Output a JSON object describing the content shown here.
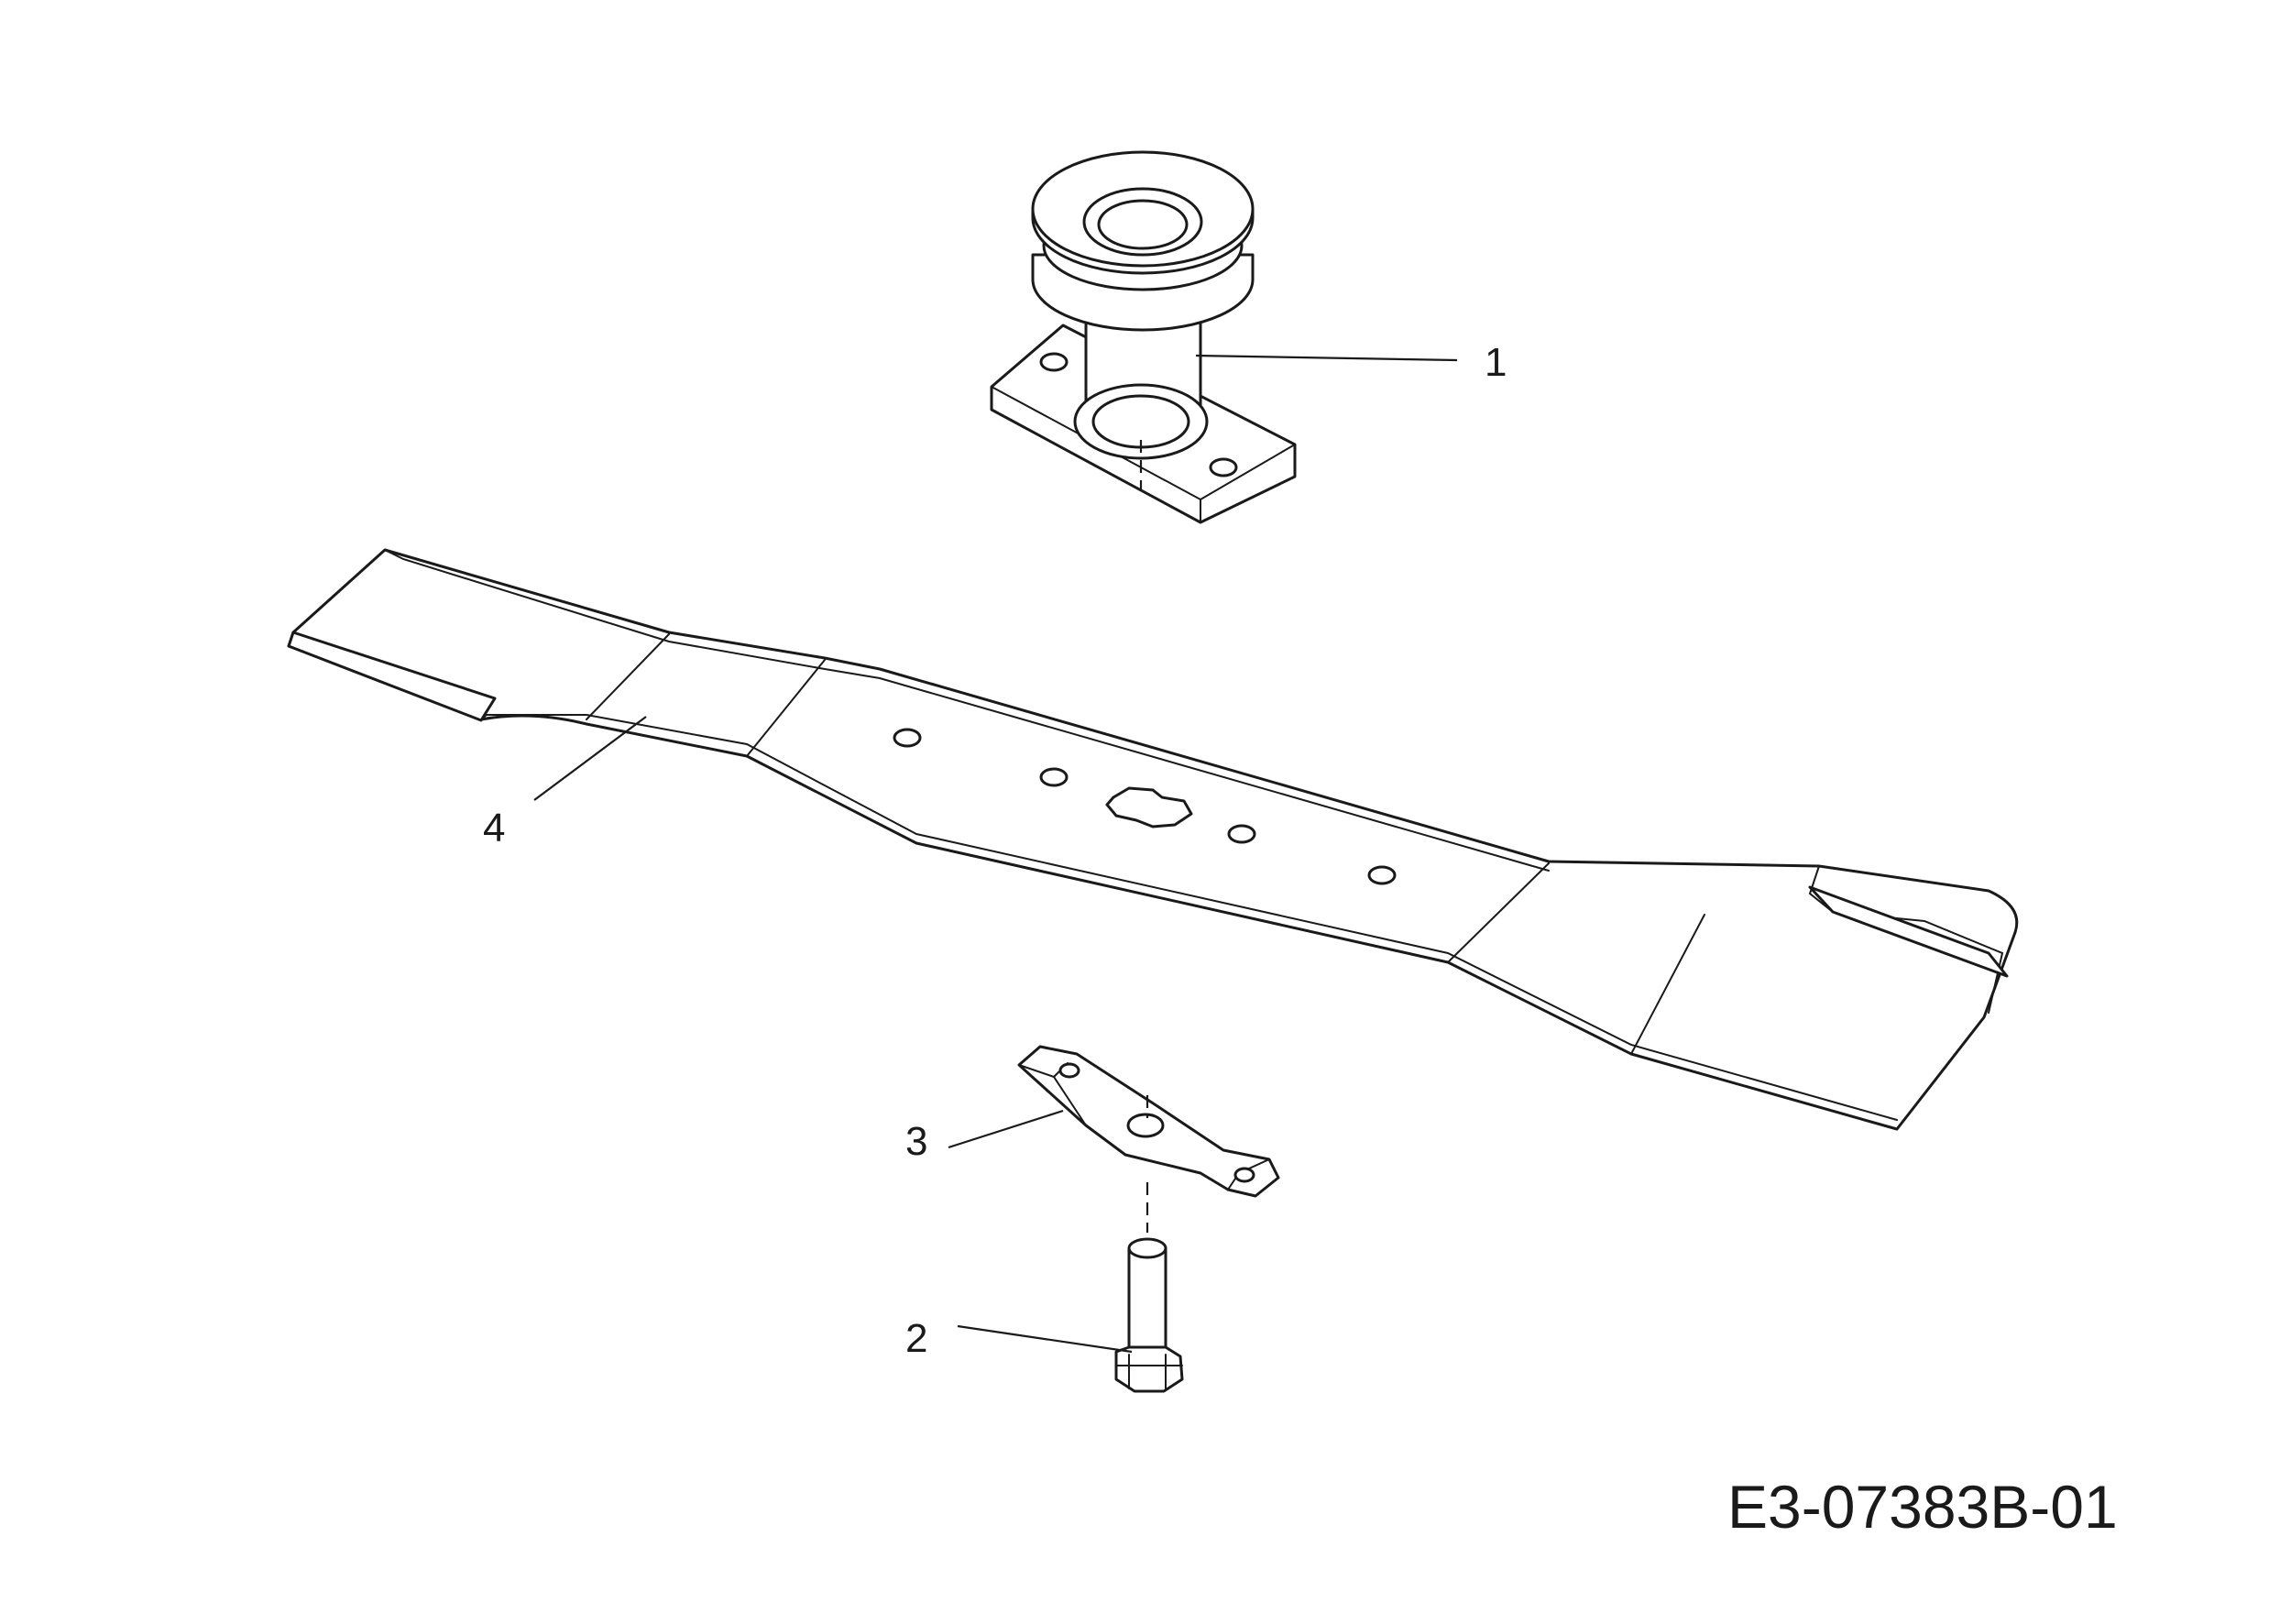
{
  "diagram": {
    "drawing_code": "E3-07383B-01",
    "callouts": [
      {
        "id": "spindle",
        "label": "1"
      },
      {
        "id": "bolt",
        "label": "2"
      },
      {
        "id": "adapter",
        "label": "3"
      },
      {
        "id": "blade",
        "label": "4"
      }
    ]
  }
}
